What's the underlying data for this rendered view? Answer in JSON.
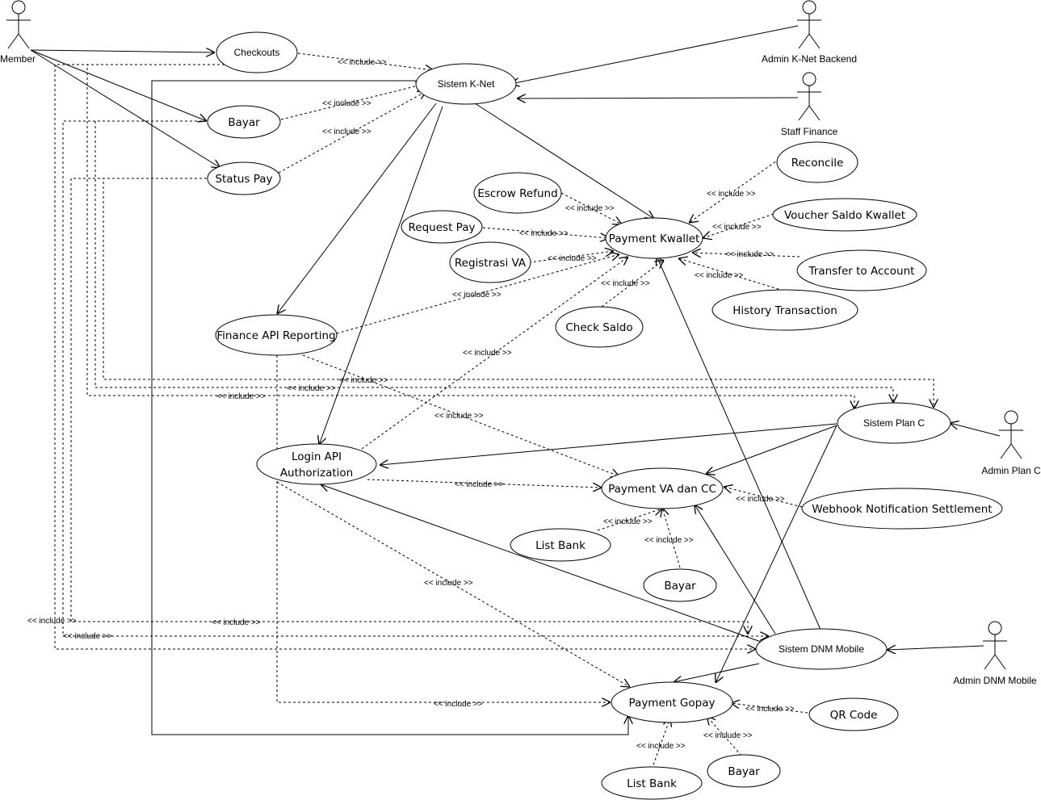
{
  "actors": {
    "member": "Member",
    "admin_knet": "Admin K-Net Backend",
    "staff_finance": "Staff Finance",
    "admin_planc": "Admin Plan C",
    "admin_dnm": "Admin DNM Mobile"
  },
  "systems": {
    "knet": "Sistem K-Net",
    "planc": "Sistem Plan C",
    "dnm": "Sistem DNM Mobile"
  },
  "use_cases": {
    "checkouts": "Checkouts",
    "bayar_top": "Bayar",
    "status_pay": "Status Pay",
    "escrow_refund": "Escrow Refund",
    "request_pay": "Request Pay",
    "registrasi_va": "Registrasi VA",
    "payment_kwallet": "Payment Kwallet",
    "reconcile": "Reconcile",
    "voucher_saldo": "Voucher Saldo Kwallet",
    "transfer_account": "Transfer to Account",
    "history_transaction": "History Transaction",
    "check_saldo": "Check Saldo",
    "finance_api": "Finance API Reporting",
    "login_api_1": "Login API",
    "login_api_2": "Authorization",
    "payment_va_cc": "Payment VA dan CC",
    "webhook": "Webhook Notification Settlement",
    "list_bank_va": "List Bank",
    "bayar_va": "Bayar",
    "payment_gopay": "Payment Gopay",
    "qr_code": "QR Code",
    "list_bank_gopay": "List Bank",
    "bayar_gopay": "Bayar"
  },
  "relation_label": "<< include >>"
}
